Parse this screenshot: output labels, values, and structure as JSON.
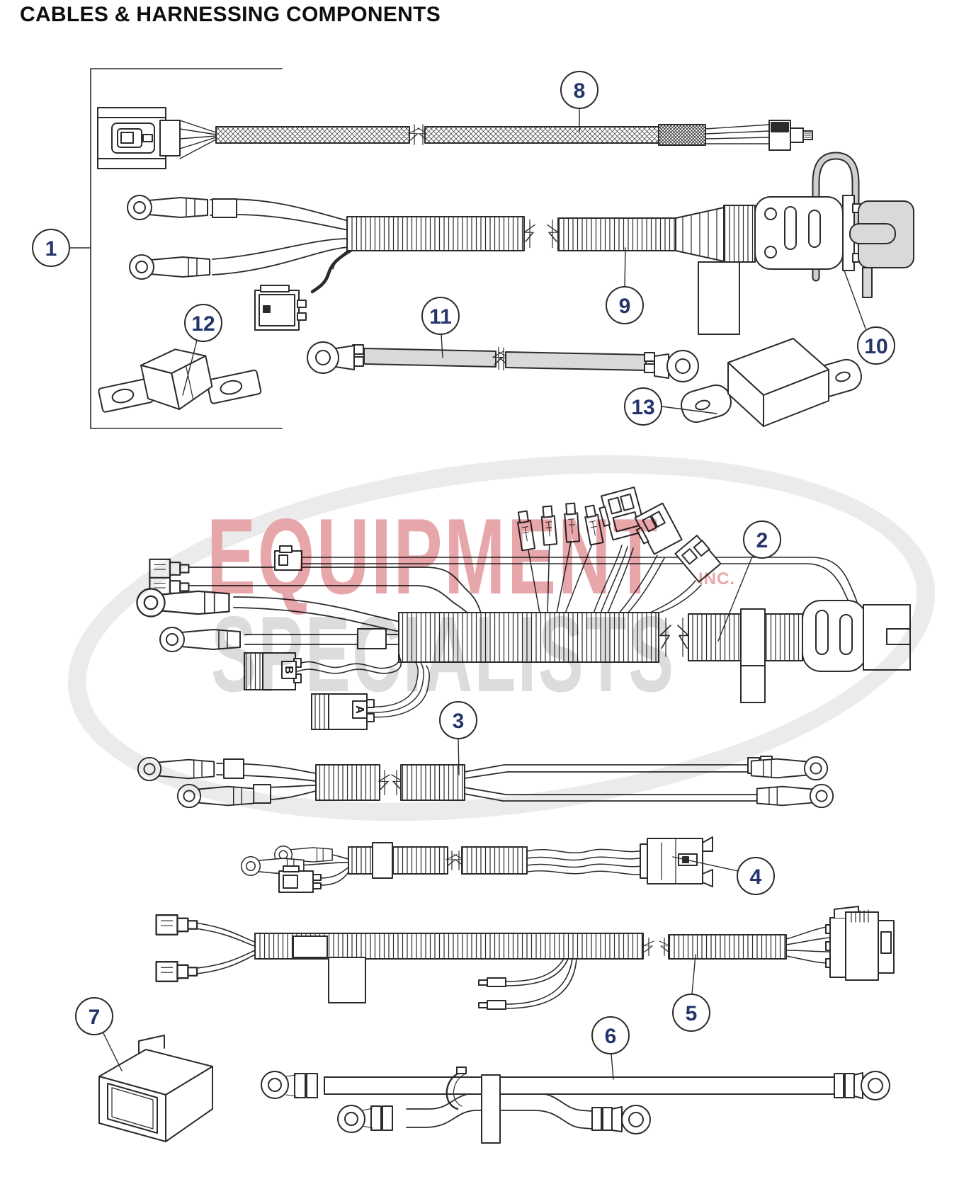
{
  "page": {
    "title": "CABLES & HARNESSING COMPONENTS"
  },
  "watermark": {
    "word1": "EQUIPMENT",
    "word2": "SPECIALISTS",
    "suffix": "INC.",
    "accent_color": "#e7a6aa",
    "gray_color": "#dcdcdc"
  },
  "connector_labels": {
    "a": "A",
    "b": "B"
  },
  "callouts": [
    {
      "number": "1"
    },
    {
      "number": "2"
    },
    {
      "number": "3"
    },
    {
      "number": "4"
    },
    {
      "number": "5"
    },
    {
      "number": "6"
    },
    {
      "number": "7"
    },
    {
      "number": "8"
    },
    {
      "number": "9"
    },
    {
      "number": "10"
    },
    {
      "number": "11"
    },
    {
      "number": "12"
    },
    {
      "number": "13"
    }
  ],
  "colors": {
    "line": "#2b2b2b",
    "callout_number": "#24356b",
    "gray_fill": "#d9d9d9"
  }
}
